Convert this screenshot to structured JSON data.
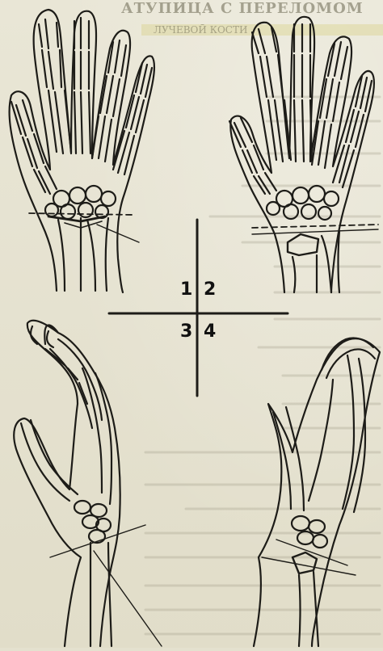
{
  "header": {
    "bleed_title": "АТУПИЦА С ПЕРЕЛОМОМ",
    "bleed_subtitle": "ЛУЧЕВОЙ КОСТИ"
  },
  "figure": {
    "labels": [
      "1",
      "2",
      "3",
      "4"
    ],
    "panels": [
      {
        "id": "1",
        "view": "frontal",
        "hand": "left"
      },
      {
        "id": "2",
        "view": "frontal",
        "hand": "right"
      },
      {
        "id": "3",
        "view": "lateral",
        "hand": "left"
      },
      {
        "id": "4",
        "view": "lateral",
        "hand": "right"
      }
    ]
  },
  "colors": {
    "ink": "#1d1c18",
    "paper": "#e4e1cf",
    "highlight": "#d9d38f"
  }
}
